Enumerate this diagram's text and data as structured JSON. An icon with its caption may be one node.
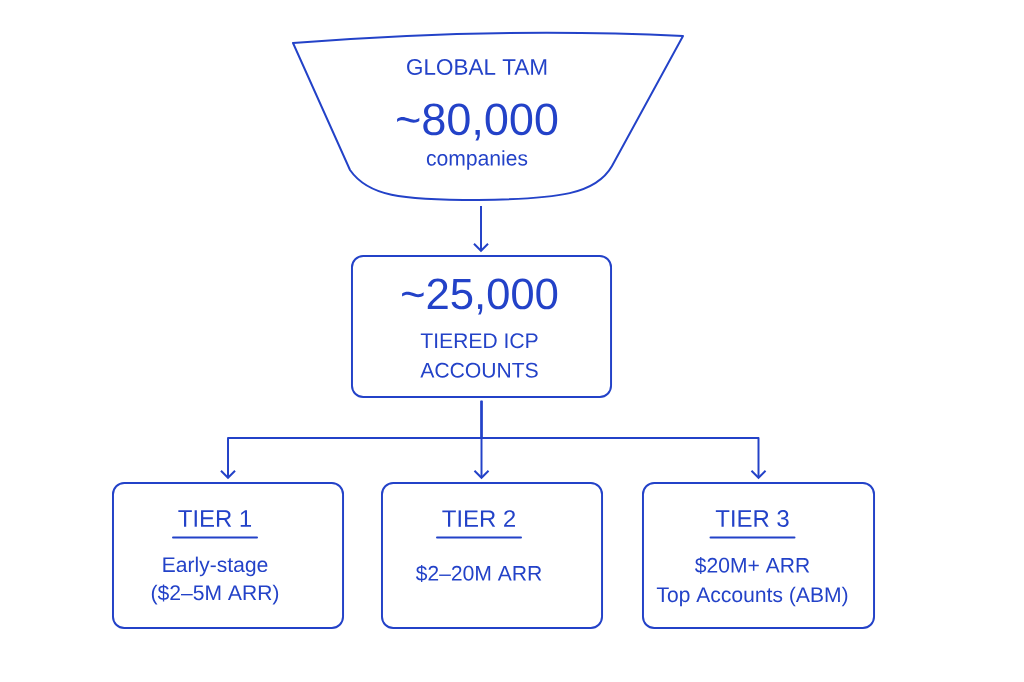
{
  "diagram": {
    "nodes": [
      {
        "text": [
          "GLOBAL TAM",
          "~80,000",
          "companies"
        ]
      },
      {
        "text": [
          "~25,000",
          "TIERED ICP ACCOUNTS"
        ]
      },
      {
        "text": [
          "TIER 1",
          "Early-stage ($2–5M ARR)"
        ]
      },
      {
        "text": [
          "TIER 2",
          "$2–20M ARR"
        ]
      },
      {
        "text": [
          "TIER 3",
          "$20M+ ARR",
          "Top Accounts (ABM)"
        ]
      }
    ],
    "edges": [
      {
        "from": 0,
        "to": 1,
        "arrow": "to"
      },
      {
        "from": 1,
        "to": 2,
        "arrow": "to"
      },
      {
        "from": 1,
        "to": 3,
        "arrow": "to"
      },
      {
        "from": 1,
        "to": 4,
        "arrow": "to"
      }
    ]
  }
}
